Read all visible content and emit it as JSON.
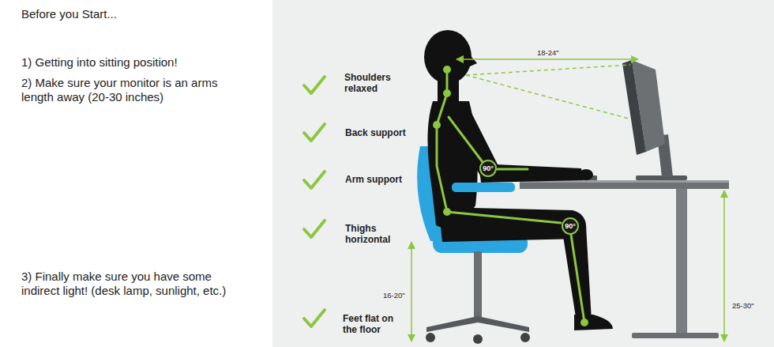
{
  "diagram": {
    "title": "Before you Start...",
    "nodes": [
      {
        "text": [
          "90°"
        ]
      },
      {
        "text": [
          "90°"
        ]
      }
    ],
    "labels": [
      "1) Getting into sitting position!",
      "2) Make sure your monitor is an arms length away (20-30 inches)",
      "3) Finally make sure you have some indirect light! (desk lamp, sunlight, etc.)",
      "18-24\"",
      "Shoulders relaxed",
      "Back support",
      "Arm support",
      "Thighs horizontal",
      "16-20\"",
      "25-30\"",
      "Feet flat on the floor"
    ]
  }
}
